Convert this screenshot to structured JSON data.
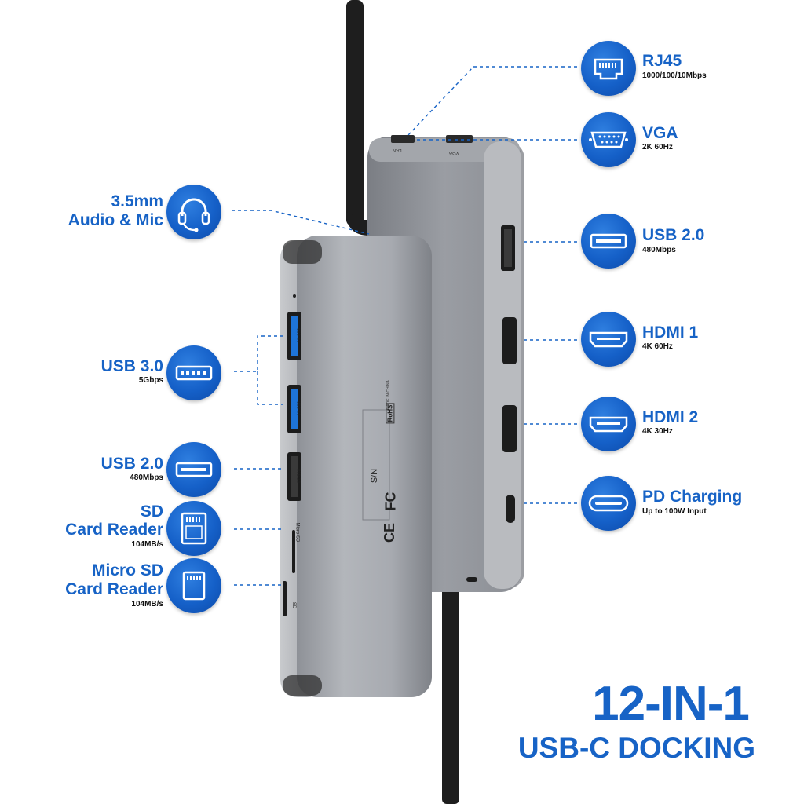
{
  "ports_left": [
    {
      "id": "audio",
      "title_lines": [
        "3.5mm",
        "Audio & Mic"
      ],
      "sub": "",
      "icon": "headset-icon"
    },
    {
      "id": "usb3",
      "title_lines": [
        "USB 3.0"
      ],
      "sub": "5Gbps",
      "icon": "usb-port-icon"
    },
    {
      "id": "usb2",
      "title_lines": [
        "USB 2.0"
      ],
      "sub": "480Mbps",
      "icon": "usb-port-icon"
    },
    {
      "id": "sd",
      "title_lines": [
        "SD",
        "Card Reader"
      ],
      "sub": "104MB/s",
      "icon": "sd-card-icon"
    },
    {
      "id": "microsd",
      "title_lines": [
        "Micro SD",
        "Card Reader"
      ],
      "sub": "104MB/s",
      "icon": "micro-sd-card-icon"
    }
  ],
  "ports_right": [
    {
      "id": "rj45",
      "title": "RJ45",
      "sub": "1000/100/10Mbps",
      "icon": "ethernet-port-icon"
    },
    {
      "id": "vga",
      "title": "VGA",
      "sub": "2K 60Hz",
      "icon": "vga-port-icon"
    },
    {
      "id": "usb2r",
      "title": "USB 2.0",
      "sub": "480Mbps",
      "icon": "usb-port-icon"
    },
    {
      "id": "hdmi1",
      "title": "HDMI 1",
      "sub": "4K 60Hz",
      "icon": "hdmi-port-icon"
    },
    {
      "id": "hdmi2",
      "title": "HDMI 2",
      "sub": "4K 30Hz",
      "icon": "hdmi-port-icon"
    },
    {
      "id": "pd",
      "title": "PD Charging",
      "sub": "Up to 100W Input",
      "icon": "usb-c-port-icon"
    }
  ],
  "headline": {
    "line1": "12-IN-1",
    "line2": "USB-C DOCKING"
  },
  "device_markings": {
    "sn": "S/N",
    "lan": "LAN",
    "vga": "VGA",
    "usb30": "USB 3.0",
    "usb20": "USB 2.0",
    "microsd": "Micro SD",
    "sd": "SD",
    "rohs": "RoHS",
    "made": "MADE IN CHINA",
    "ce": "CE",
    "fc": "FC"
  },
  "colors": {
    "accent": "#1763c6",
    "circle": "#1560c8",
    "device": "#a9acb2",
    "cable": "#1e1e1e"
  }
}
